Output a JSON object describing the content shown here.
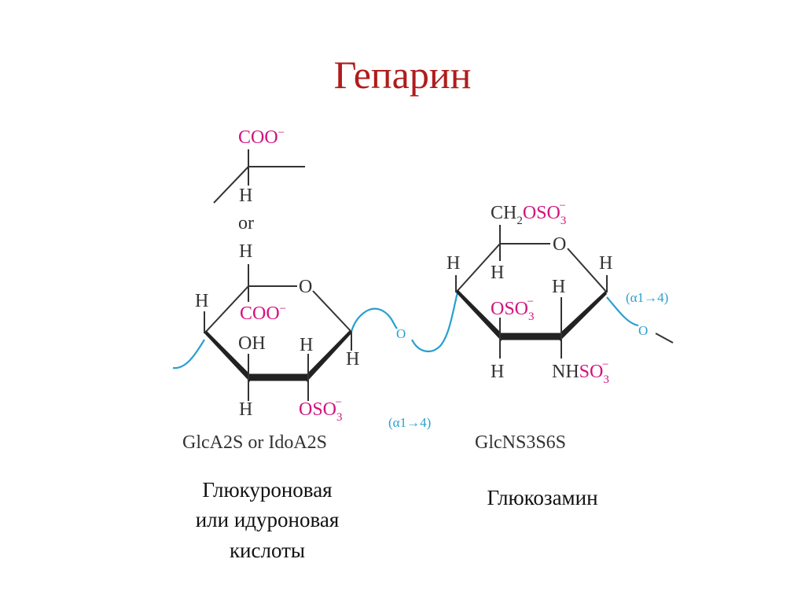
{
  "title": "Гепарин",
  "colors": {
    "title": "#b01c1c",
    "sulfate_pink": "#d4137f",
    "link_blue": "#2b9fd0",
    "bond": "#333333"
  },
  "left_unit": {
    "name": "GlcA2S or IdoA2S",
    "coo_top": "COO",
    "charge": "−",
    "h_upper": "H",
    "or_text": "or",
    "h_lower": "H",
    "ring_o": "O",
    "coo_ring": "COO",
    "h_c4": "H",
    "oh": "OH",
    "h_c2": "H",
    "h_c1": "H",
    "h_c3": "H",
    "oso3": "OSO",
    "sub3": "3",
    "link": "(α1→4)"
  },
  "bridge_o": "O",
  "right_unit": {
    "name": "GlcNS3S6S",
    "ch2": "CH",
    "sub2": "2",
    "oso3_top": "OSO",
    "sub3": "3",
    "charge": "−",
    "ring_o": "O",
    "h_c4": "H",
    "h_c5": "H",
    "h_c1": "H",
    "oso3_mid": "OSO",
    "h_c2_up": "H",
    "h_c3_down": "H",
    "nh": "NH",
    "so3": "SO",
    "link": "(α1→4)",
    "o_end": "O"
  },
  "captions": {
    "left": [
      "Глюкуроновая",
      "или идуроновая",
      "кислоты"
    ],
    "right": "Глюкозамин"
  }
}
